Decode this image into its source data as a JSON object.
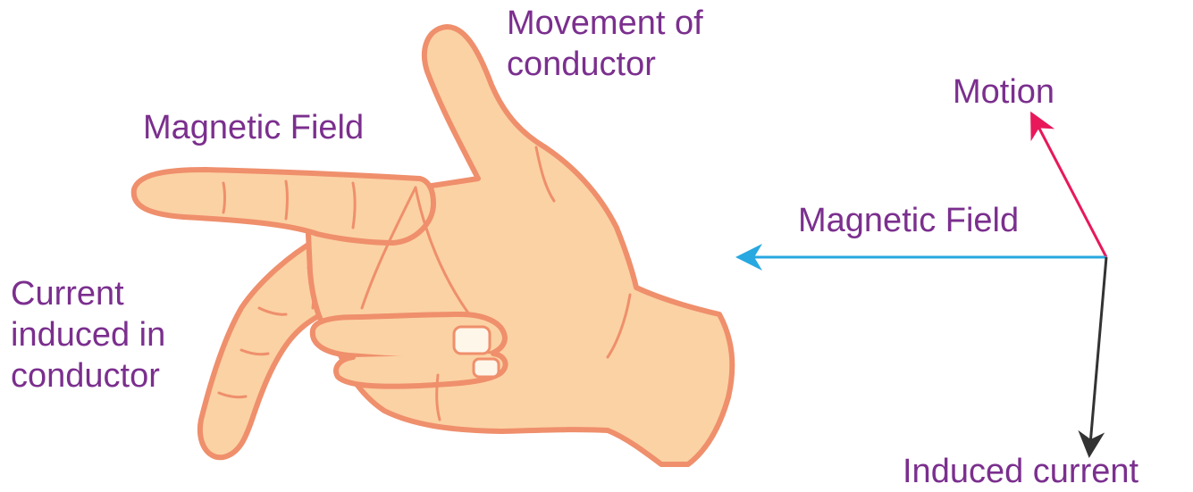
{
  "labels": {
    "movement_of_conductor": [
      "Movement of",
      "conductor"
    ],
    "hand_magnetic_field": "Magnetic Field",
    "current_induced": [
      "Current",
      "induced in",
      "conductor"
    ],
    "motion": "Motion",
    "axis_magnetic_field": "Magnetic Field",
    "induced_current": "Induced current"
  },
  "colors": {
    "label_text": "#7b2f8e",
    "skin_fill": "#fbd2a4",
    "skin_outline": "#ef8f6c",
    "motion_arrow": "#e8185a",
    "field_arrow": "#27a8e0",
    "current_arrow": "#333333"
  }
}
